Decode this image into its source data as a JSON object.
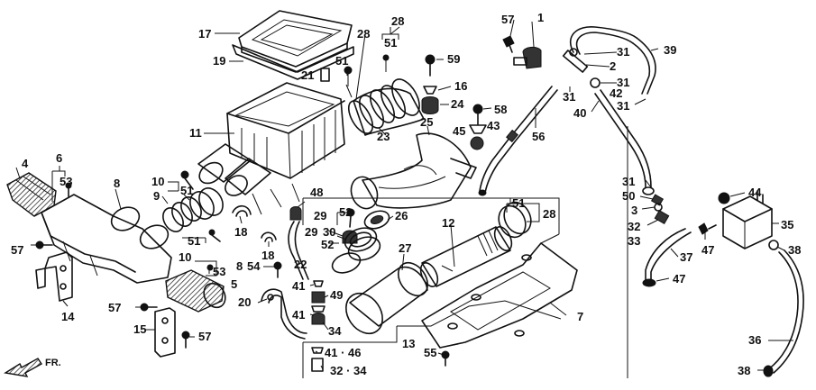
{
  "labels": [
    {
      "id": "p1",
      "text": "1"
    },
    {
      "id": "p2",
      "text": "2"
    },
    {
      "id": "p3",
      "text": "3"
    },
    {
      "id": "p4",
      "text": "4"
    },
    {
      "id": "p5",
      "text": "5"
    },
    {
      "id": "p6",
      "text": "6"
    },
    {
      "id": "p7",
      "text": "7"
    },
    {
      "id": "p8a",
      "text": "8"
    },
    {
      "id": "p8b",
      "text": "8"
    },
    {
      "id": "p9",
      "text": "9"
    },
    {
      "id": "p10a",
      "text": "10"
    },
    {
      "id": "p10b",
      "text": "10"
    },
    {
      "id": "p11",
      "text": "11"
    },
    {
      "id": "p12",
      "text": "12"
    },
    {
      "id": "p13",
      "text": "13"
    },
    {
      "id": "p14",
      "text": "14"
    },
    {
      "id": "p15",
      "text": "15"
    },
    {
      "id": "p16",
      "text": "16"
    },
    {
      "id": "p17",
      "text": "17"
    },
    {
      "id": "p18a",
      "text": "18"
    },
    {
      "id": "p18b",
      "text": "18"
    },
    {
      "id": "p19",
      "text": "19"
    },
    {
      "id": "p20",
      "text": "20"
    },
    {
      "id": "p21",
      "text": "21"
    },
    {
      "id": "p22",
      "text": "22"
    },
    {
      "id": "p23",
      "text": "23"
    },
    {
      "id": "p24",
      "text": "24"
    },
    {
      "id": "p25",
      "text": "25"
    },
    {
      "id": "p26",
      "text": "26"
    },
    {
      "id": "p27",
      "text": "27"
    },
    {
      "id": "p28a",
      "text": "28"
    },
    {
      "id": "p28b",
      "text": "28"
    },
    {
      "id": "p28c",
      "text": "28"
    },
    {
      "id": "p29a",
      "text": "29"
    },
    {
      "id": "p29b",
      "text": "29"
    },
    {
      "id": "p30",
      "text": "30"
    },
    {
      "id": "p31a",
      "text": "31"
    },
    {
      "id": "p31b",
      "text": "31"
    },
    {
      "id": "p31c",
      "text": "31"
    },
    {
      "id": "p31d",
      "text": "31"
    },
    {
      "id": "p31e",
      "text": "31"
    },
    {
      "id": "p32a",
      "text": "32"
    },
    {
      "id": "p32b",
      "text": "32 · 34"
    },
    {
      "id": "p33",
      "text": "33"
    },
    {
      "id": "p34",
      "text": "34"
    },
    {
      "id": "p35",
      "text": "35"
    },
    {
      "id": "p36",
      "text": "36"
    },
    {
      "id": "p37",
      "text": "37"
    },
    {
      "id": "p38a",
      "text": "38"
    },
    {
      "id": "p38b",
      "text": "38"
    },
    {
      "id": "p39",
      "text": "39"
    },
    {
      "id": "p40",
      "text": "40"
    },
    {
      "id": "p41a",
      "text": "41"
    },
    {
      "id": "p41b",
      "text": "41"
    },
    {
      "id": "p41c",
      "text": "41 · 46"
    },
    {
      "id": "p42",
      "text": "42"
    },
    {
      "id": "p43",
      "text": "43"
    },
    {
      "id": "p44",
      "text": "44"
    },
    {
      "id": "p45",
      "text": "45"
    },
    {
      "id": "p47a",
      "text": "47"
    },
    {
      "id": "p47b",
      "text": "47"
    },
    {
      "id": "p48",
      "text": "48"
    },
    {
      "id": "p49",
      "text": "49"
    },
    {
      "id": "p50",
      "text": "50"
    },
    {
      "id": "p51a",
      "text": "51"
    },
    {
      "id": "p51b",
      "text": "51"
    },
    {
      "id": "p51c",
      "text": "51"
    },
    {
      "id": "p51d",
      "text": "51"
    },
    {
      "id": "p51e",
      "text": "51"
    },
    {
      "id": "p52a",
      "text": "52"
    },
    {
      "id": "p52b",
      "text": "52"
    },
    {
      "id": "p53a",
      "text": "53"
    },
    {
      "id": "p53b",
      "text": "53"
    },
    {
      "id": "p54",
      "text": "54"
    },
    {
      "id": "p55",
      "text": "55"
    },
    {
      "id": "p56",
      "text": "56"
    },
    {
      "id": "p57a",
      "text": "57"
    },
    {
      "id": "p57b",
      "text": "57"
    },
    {
      "id": "p57c",
      "text": "57"
    },
    {
      "id": "p57d",
      "text": "57"
    },
    {
      "id": "p58",
      "text": "58"
    },
    {
      "id": "p59",
      "text": "59"
    }
  ],
  "direction_arrow": {
    "text": "FR."
  }
}
